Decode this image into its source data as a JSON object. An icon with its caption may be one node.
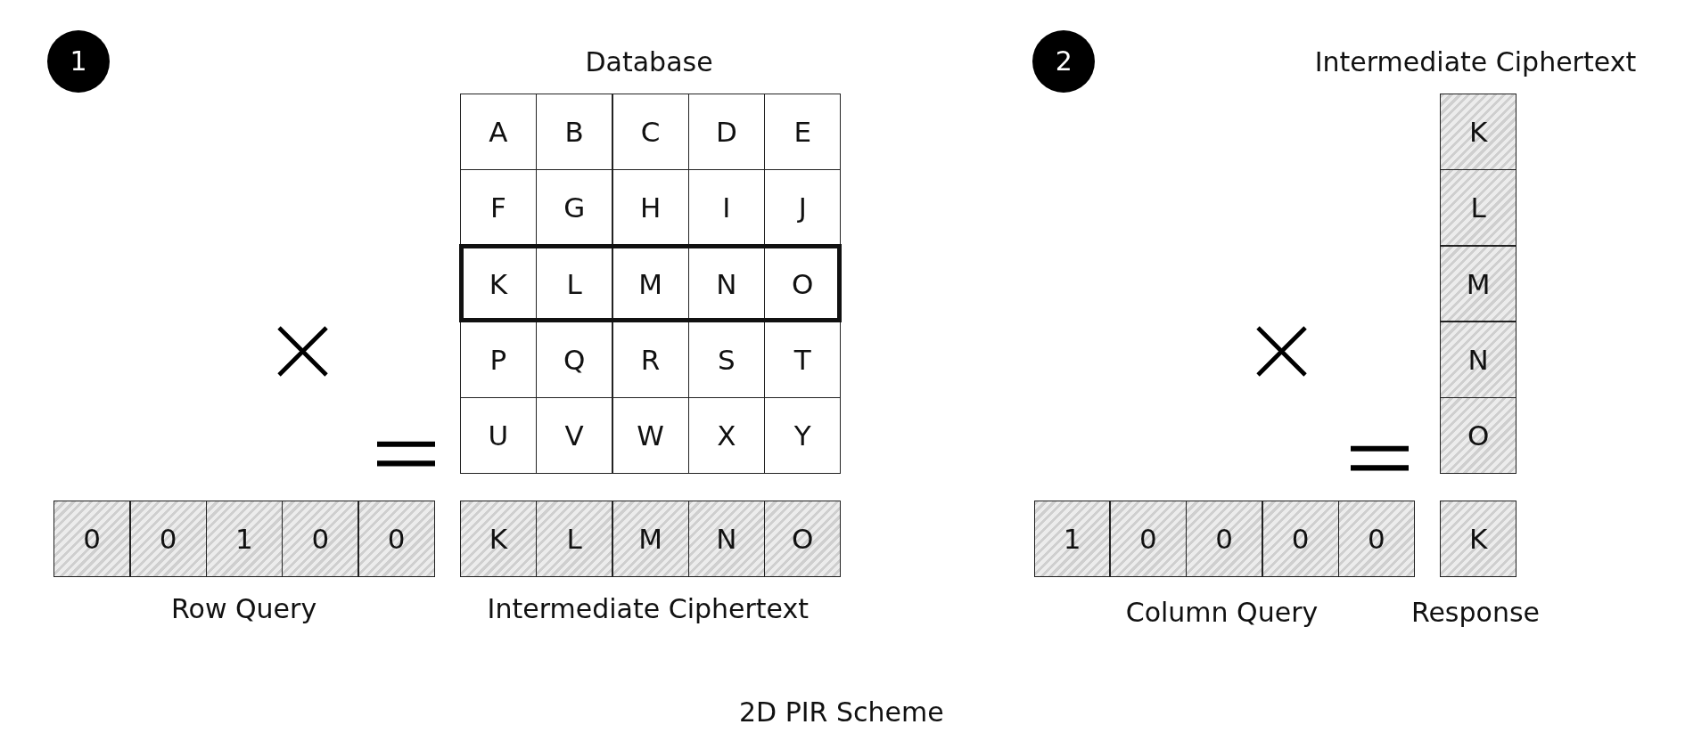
{
  "diagram": {
    "caption": "2D PIR Scheme",
    "labels": [
      "1",
      "Database",
      "A",
      "B",
      "C",
      "D",
      "E",
      "F",
      "G",
      "H",
      "I",
      "J",
      "K",
      "L",
      "M",
      "N",
      "O",
      "P",
      "Q",
      "R",
      "S",
      "T",
      "U",
      "V",
      "W",
      "X",
      "Y",
      "0",
      "0",
      "1",
      "0",
      "0",
      "K",
      "L",
      "M",
      "N",
      "O",
      "Row Query",
      "Intermediate Ciphertext",
      "2",
      "Intermediate Ciphertext",
      "K",
      "L",
      "M",
      "N",
      "O",
      "1",
      "0",
      "0",
      "0",
      "0",
      "K",
      "Column Query",
      "Response"
    ]
  }
}
